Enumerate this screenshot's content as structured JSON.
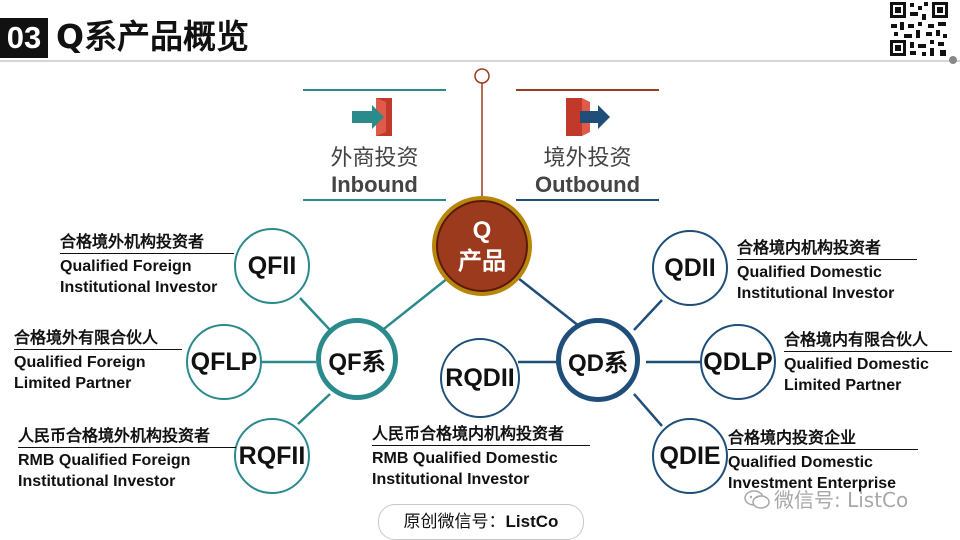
{
  "header": {
    "number": "03",
    "title": "Q系产品概览"
  },
  "directions": {
    "inbound": {
      "cn": "外商投资",
      "en": "Inbound"
    },
    "outbound": {
      "cn": "境外投资",
      "en": "Outbound"
    }
  },
  "center": {
    "line1": "Q",
    "line2": "产品"
  },
  "hubs": {
    "qf": "QF系",
    "qd": "QD系"
  },
  "nodes": {
    "qfii": {
      "code": "QFII",
      "cn": "合格境外机构投资者",
      "en1": "Qualified Foreign",
      "en2": "Institutional Investor"
    },
    "qflp": {
      "code": "QFLP",
      "cn": "合格境外有限合伙人",
      "en1": "Qualified Foreign",
      "en2": "Limited Partner"
    },
    "rqfii": {
      "code": "RQFII",
      "cn": "人民币合格境外机构投资者",
      "en1": "RMB Qualified Foreign",
      "en2": "Institutional Investor"
    },
    "rqdii": {
      "code": "RQDII",
      "cn": "人民币合格境内机构投资者",
      "en1": "RMB Qualified Domestic",
      "en2": "Institutional Investor"
    },
    "qdii": {
      "code": "QDII",
      "cn": "合格境内机构投资者",
      "en1": "Qualified Domestic",
      "en2": "Institutional Investor"
    },
    "qdlp": {
      "code": "QDLP",
      "cn": "合格境内有限合伙人",
      "en1": "Qualified Domestic",
      "en2": "Limited Partner"
    },
    "qdie": {
      "code": "QDIE",
      "cn": "合格境内投资企业",
      "en1": "Qualified Domestic",
      "en2": "Investment Enterprise"
    }
  },
  "footer": {
    "prefix": "原创微信号：",
    "account": "ListCo"
  },
  "watermark": "微信号: ListCo",
  "colors": {
    "teal": "#2a8a8c",
    "navy": "#1f4e79",
    "center_fill": "#9b3a1c",
    "center_ring": "#b8860b",
    "accent_red": "#c0392b"
  }
}
